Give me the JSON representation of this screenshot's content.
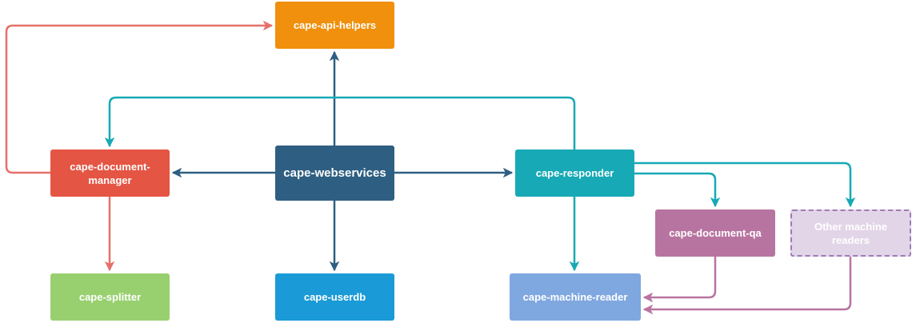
{
  "colors": {
    "api_helpers": "#f0900c",
    "document_manager": "#e55543",
    "webservices": "#2e5f82",
    "responder": "#17a9b5",
    "splitter": "#98d06f",
    "userdb": "#1a9ad6",
    "machine_reader": "#7fa7e0",
    "document_qa": "#b874a0",
    "other_readers_fill": "#e2d5e8",
    "other_readers_border": "#9e7bb5",
    "edge_red": "#e5706a",
    "edge_navy": "#2e5f82",
    "edge_teal": "#17a9b5",
    "edge_purple": "#b874a0"
  },
  "nodes": {
    "api_helpers": {
      "label": "cape-api-helpers"
    },
    "document_manager": {
      "line1": "cape-document-",
      "line2": "manager"
    },
    "webservices": {
      "label": "cape-webservices"
    },
    "responder": {
      "label": "cape-responder"
    },
    "splitter": {
      "label": "cape-splitter"
    },
    "userdb": {
      "label": "cape-userdb"
    },
    "machine_reader": {
      "label": "cape-machine-reader"
    },
    "document_qa": {
      "label": "cape-document-qa"
    },
    "other_readers": {
      "line1": "Other machine",
      "line2": "readers"
    }
  }
}
